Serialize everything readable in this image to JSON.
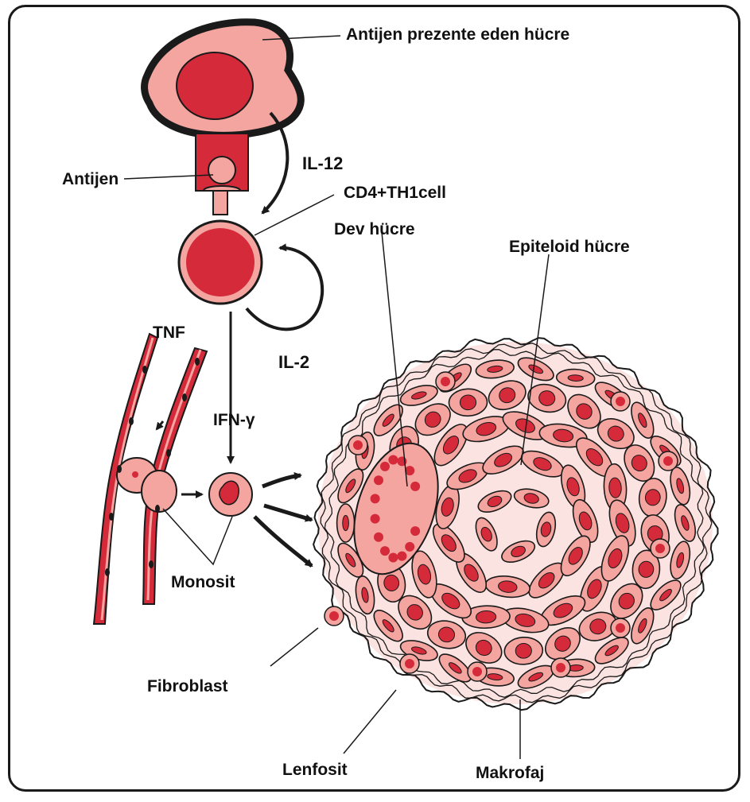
{
  "labels": {
    "apc": "Antijen prezente eden hücre",
    "antigen": "Antijen",
    "il12": "IL-12",
    "cd4": "CD4+TH1cell",
    "giant_cell": "Dev hücre",
    "epithelioid": "Epiteloid hücre",
    "tnf": "TNF",
    "il2": "IL-2",
    "ifn": "IFN-γ",
    "monocyte": "Monosit",
    "fibroblast": "Fibroblast",
    "lymphocyte": "Lenfosit",
    "macrophage": "Makrofaj"
  },
  "colors": {
    "nucleus": "#d42a3a",
    "cytoplasm": "#f4a5a0",
    "outline": "#1a1a1a",
    "vessel": "#c8202e"
  }
}
